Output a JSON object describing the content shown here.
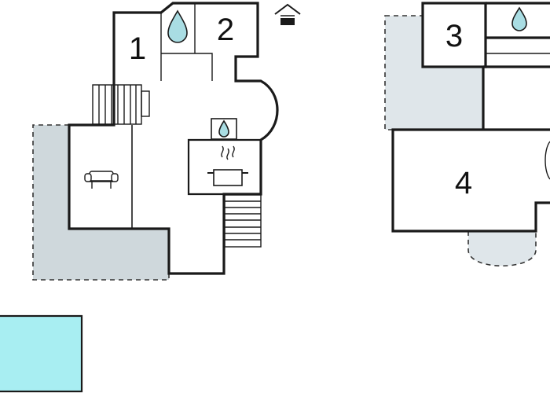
{
  "floors": [
    {
      "rooms": [
        {
          "number": "1"
        },
        {
          "number": "2"
        }
      ]
    },
    {
      "rooms": [
        {
          "number": "3"
        },
        {
          "number": "4"
        }
      ]
    }
  ],
  "icons": [
    "water-drop-icon",
    "entrance-icon",
    "armchair-icon",
    "cooking-pot-icon"
  ],
  "colors": {
    "terrace": "#cfd8dc",
    "pool": "#a8eef2",
    "water_drop": "#a9dde3",
    "wall": "#1a1a1a"
  }
}
